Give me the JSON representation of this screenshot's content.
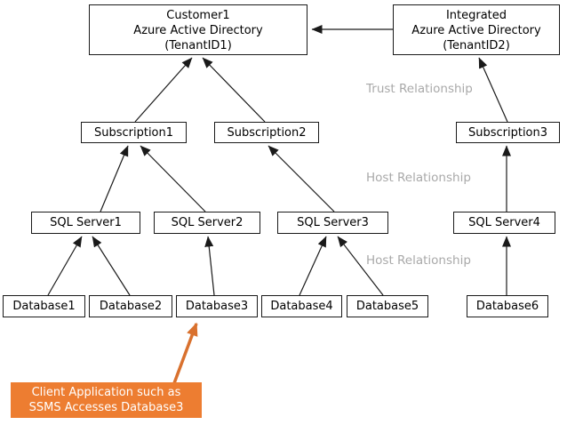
{
  "tenants": {
    "customer1": {
      "line1": "Customer1",
      "line2": "Azure Active Directory",
      "line3": "(TenantID1)"
    },
    "integrated": {
      "line1": "Integrated",
      "line2": "Azure Active Directory",
      "line3": "(TenantID2)"
    }
  },
  "subscriptions": {
    "sub1": {
      "label": "Subscription1"
    },
    "sub2": {
      "label": "Subscription2"
    },
    "sub3": {
      "label": "Subscription3"
    }
  },
  "sql_servers": {
    "sql1": {
      "label": "SQL Server1"
    },
    "sql2": {
      "label": "SQL Server2"
    },
    "sql3": {
      "label": "SQL Server3"
    },
    "sql4": {
      "label": "SQL Server4"
    }
  },
  "databases": {
    "db1": {
      "label": "Database1"
    },
    "db2": {
      "label": "Database2"
    },
    "db3": {
      "label": "Database3"
    },
    "db4": {
      "label": "Database4"
    },
    "db5": {
      "label": "Database5"
    },
    "db6": {
      "label": "Database6"
    }
  },
  "relationship_labels": {
    "trust": "Trust Relationship",
    "host_upper": "Host Relationship",
    "host_lower": "Host Relationship"
  },
  "callout": {
    "line1": "Client Application such as",
    "line2": "SSMS Accesses Database3"
  },
  "connections": [
    {
      "from": "Integrated AAD (TenantID2)",
      "to": "Customer1 AAD (TenantID1)",
      "kind": "trust"
    },
    {
      "from": "Subscription1",
      "to": "Customer1 AAD (TenantID1)",
      "kind": "trust"
    },
    {
      "from": "Subscription2",
      "to": "Customer1 AAD (TenantID1)",
      "kind": "trust"
    },
    {
      "from": "Subscription3",
      "to": "Integrated AAD (TenantID2)",
      "kind": "trust"
    },
    {
      "from": "SQL Server1",
      "to": "Subscription1",
      "kind": "host"
    },
    {
      "from": "SQL Server2",
      "to": "Subscription1",
      "kind": "host"
    },
    {
      "from": "SQL Server3",
      "to": "Subscription2",
      "kind": "host"
    },
    {
      "from": "SQL Server4",
      "to": "Subscription3",
      "kind": "host"
    },
    {
      "from": "Database1",
      "to": "SQL Server1",
      "kind": "host"
    },
    {
      "from": "Database2",
      "to": "SQL Server1",
      "kind": "host"
    },
    {
      "from": "Database3",
      "to": "SQL Server2",
      "kind": "host"
    },
    {
      "from": "Database4",
      "to": "SQL Server3",
      "kind": "host"
    },
    {
      "from": "Database5",
      "to": "SQL Server3",
      "kind": "host"
    },
    {
      "from": "Database6",
      "to": "SQL Server4",
      "kind": "host"
    },
    {
      "from": "Client Application callout",
      "to": "Database3",
      "kind": "access"
    }
  ],
  "colors": {
    "box_background": "#FFFFFF",
    "box_border": "#1A1A1A",
    "connector": "#1A1A1A",
    "relationship_label": "#A9A9A9",
    "callout_background": "#ED7D31",
    "callout_text": "#FFFFFF",
    "callout_arrow": "#D9712E"
  }
}
